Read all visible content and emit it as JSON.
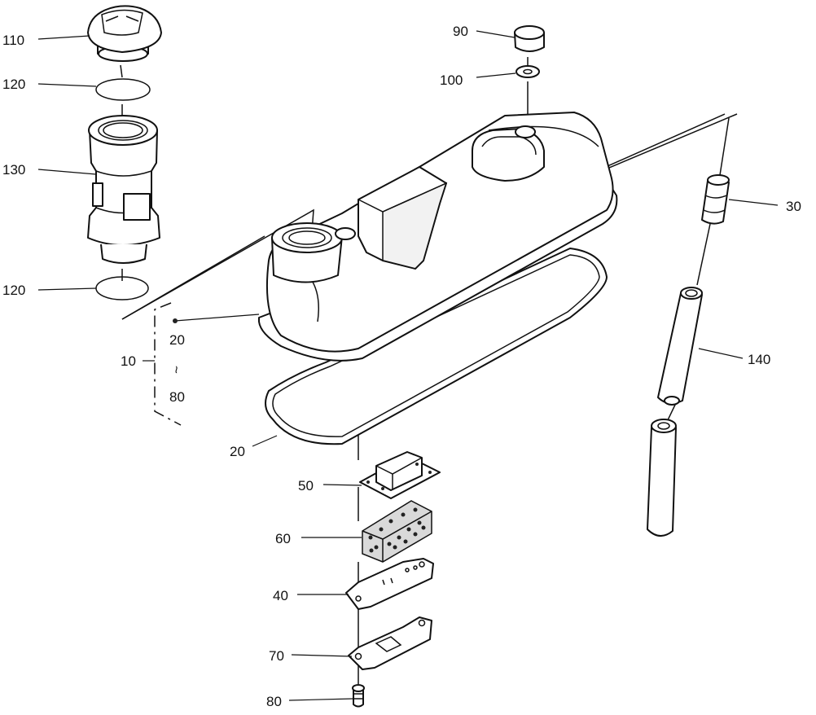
{
  "labels": {
    "l110": "110",
    "l120a": "120",
    "l130": "130",
    "l120b": "120",
    "l10": "10",
    "l20range": "20",
    "lrange_sep": "~",
    "l80range": "80",
    "l20": "20",
    "l90": "90",
    "l100": "100",
    "l30": "30",
    "l140": "140",
    "l50": "50",
    "l60": "60",
    "l40": "40",
    "l70": "70",
    "l80": "80"
  }
}
